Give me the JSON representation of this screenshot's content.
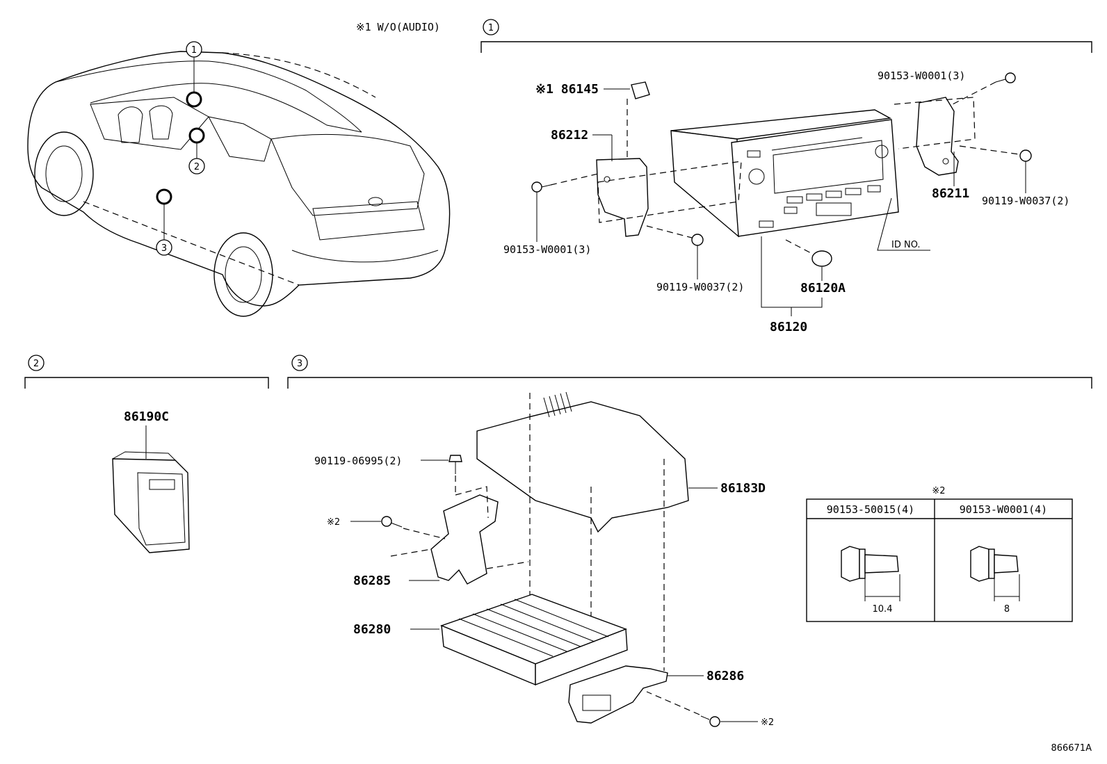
{
  "header": {
    "note": "※1 W/O(AUDIO)",
    "section1_marker": "1",
    "section2_marker": "2",
    "section3_marker": "3"
  },
  "vehicle": {
    "callouts": [
      "1",
      "2",
      "3"
    ]
  },
  "section1": {
    "parts": {
      "p86145": "※1 86145",
      "p86212": "86212",
      "p90153_left": "90153-W0001(3)",
      "p90119_mid": "90119-W0037(2)",
      "p86120A": "86120A",
      "p86120": "86120",
      "p_id_no": "ID NO.",
      "p86211": "86211",
      "p90153_right": "90153-W0001(3)",
      "p90119_right": "90119-W0037(2)"
    }
  },
  "section2": {
    "parts": {
      "p86190C": "86190C"
    }
  },
  "section3": {
    "parts": {
      "p90119_06995": "90119-06995(2)",
      "p_note2_a": "※2",
      "p86285": "86285",
      "p86280": "86280",
      "p86183D": "86183D",
      "p86286": "86286",
      "p_note2_b": "※2"
    }
  },
  "fastener_table": {
    "title": "※2",
    "columns": [
      "90153-50015(4)",
      "90153-W0001(4)"
    ],
    "dimensions": [
      "10.4",
      "8"
    ]
  },
  "diagram_id": "866671A"
}
